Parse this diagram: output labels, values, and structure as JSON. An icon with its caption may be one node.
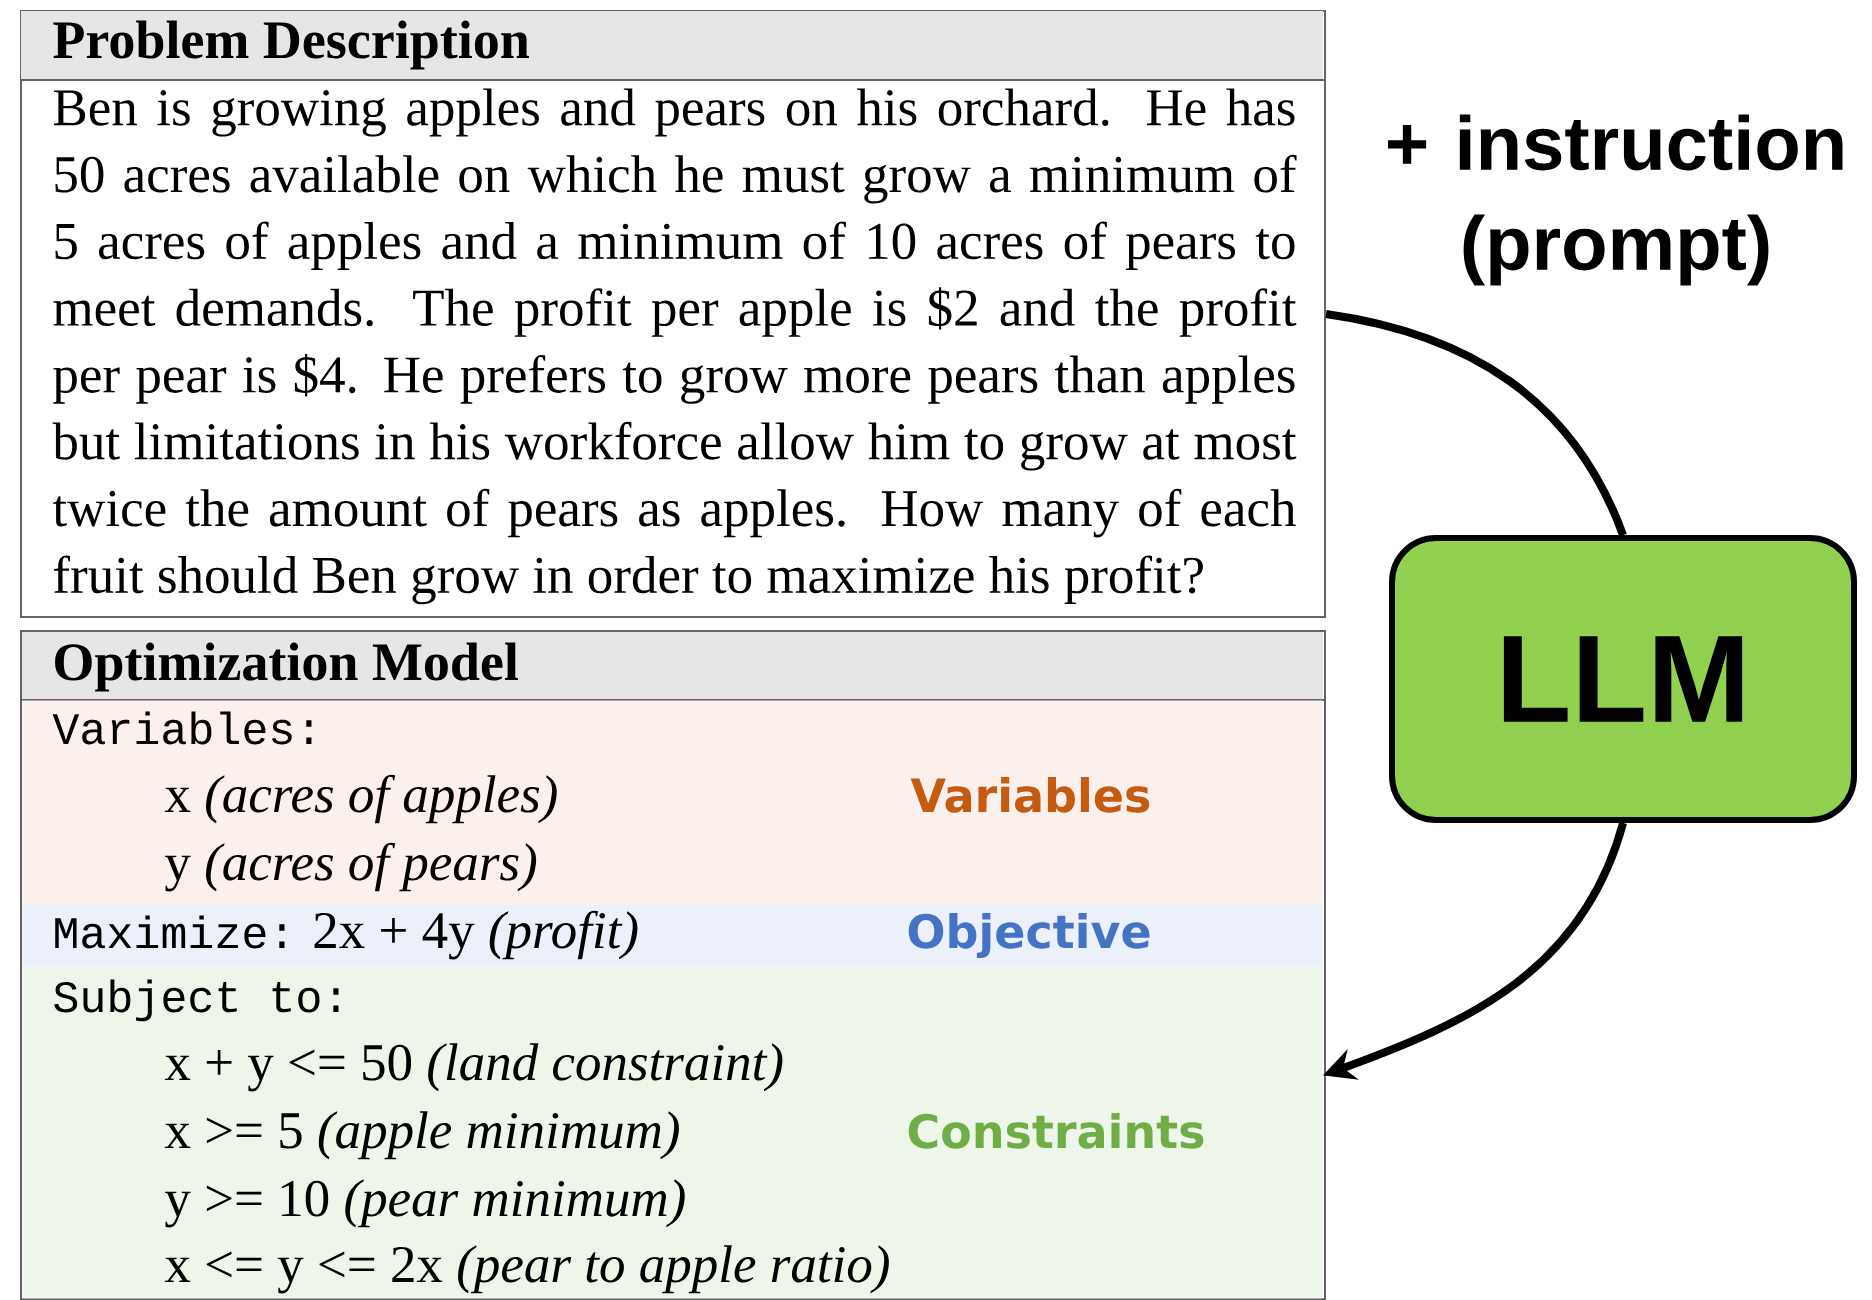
{
  "diagram": {
    "nodes": [
      {
        "text": [
          "Problem Description",
          "Ben is growing apples and pears on his orchard. He has 50 acres available on which he must grow a minimum of 5 acres of apples and a minimum of 10 acres of pears to meet demands. The profit per apple is $2 and the profit per pear is $4. He prefers to grow more pears than apples but limitations in his workforce allow him to grow at most twice the amount of pears as apples. How many of each fruit should Ben grow in order to maximize his profit?"
        ]
      },
      {
        "text": [
          "Optimization Model"
        ]
      },
      {
        "text": [
          "Variables:",
          "x *(acres of apples)*",
          "y *(acres of pears)*",
          "Variables"
        ],
        "in": 1
      },
      {
        "text": [
          "Maximize:",
          "2x + 4y *(profit)*",
          "Objective"
        ],
        "in": 1
      },
      {
        "text": [
          "Subject to:",
          "x + y <= 50 *(land constraint)*",
          "x >= 5 *(apple minimum)*",
          "y >= 10 *(pear minimum)*",
          "x <= y <= 2x *(pear to apple ratio)*",
          "Constraints"
        ],
        "in": 1
      },
      {
        "text": [
          "LLM"
        ]
      }
    ],
    "edges": [
      {
        "from": 0,
        "to": 5,
        "arrow": "none",
        "label": "+ instruction (prompt)"
      },
      {
        "from": 5,
        "to": 4,
        "arrow": "to"
      }
    ]
  }
}
